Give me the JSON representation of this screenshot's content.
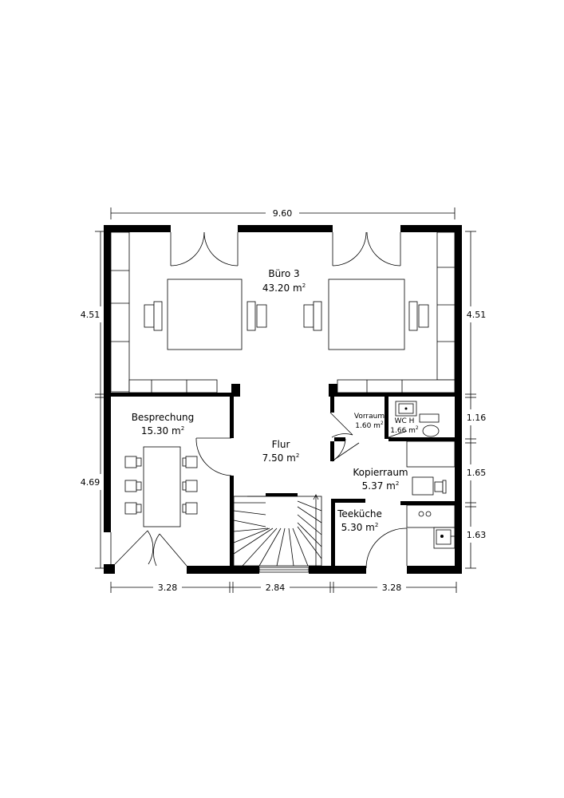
{
  "colors": {
    "wall": "#000000",
    "background": "#ffffff"
  },
  "dimensions": {
    "top": "9.60",
    "left_upper": "4.51",
    "left_lower": "4.69",
    "right_upper": "4.51",
    "right_1": "1.16",
    "right_2": "1.65",
    "right_3": "1.63",
    "bottom_1": "3.28",
    "bottom_2": "2.84",
    "bottom_3": "3.28"
  },
  "rooms": {
    "buero3": {
      "name": "Büro 3",
      "area": "43.20 m",
      "sup": "2"
    },
    "besprechung": {
      "name": "Besprechung",
      "area": "15.30 m",
      "sup": "2"
    },
    "flur": {
      "name": "Flur",
      "area": "7.50 m",
      "sup": "2"
    },
    "vorraum": {
      "name": "Vorraum",
      "area": "1.60 m",
      "sup": "2"
    },
    "wch": {
      "name": "WC H",
      "area": "1.66 m",
      "sup": "2"
    },
    "kopierraum": {
      "name": "Kopierraum",
      "area": "5.37 m",
      "sup": "2"
    },
    "teekueche": {
      "name": "Teeküche",
      "area": "5.30 m",
      "sup": "2"
    }
  }
}
